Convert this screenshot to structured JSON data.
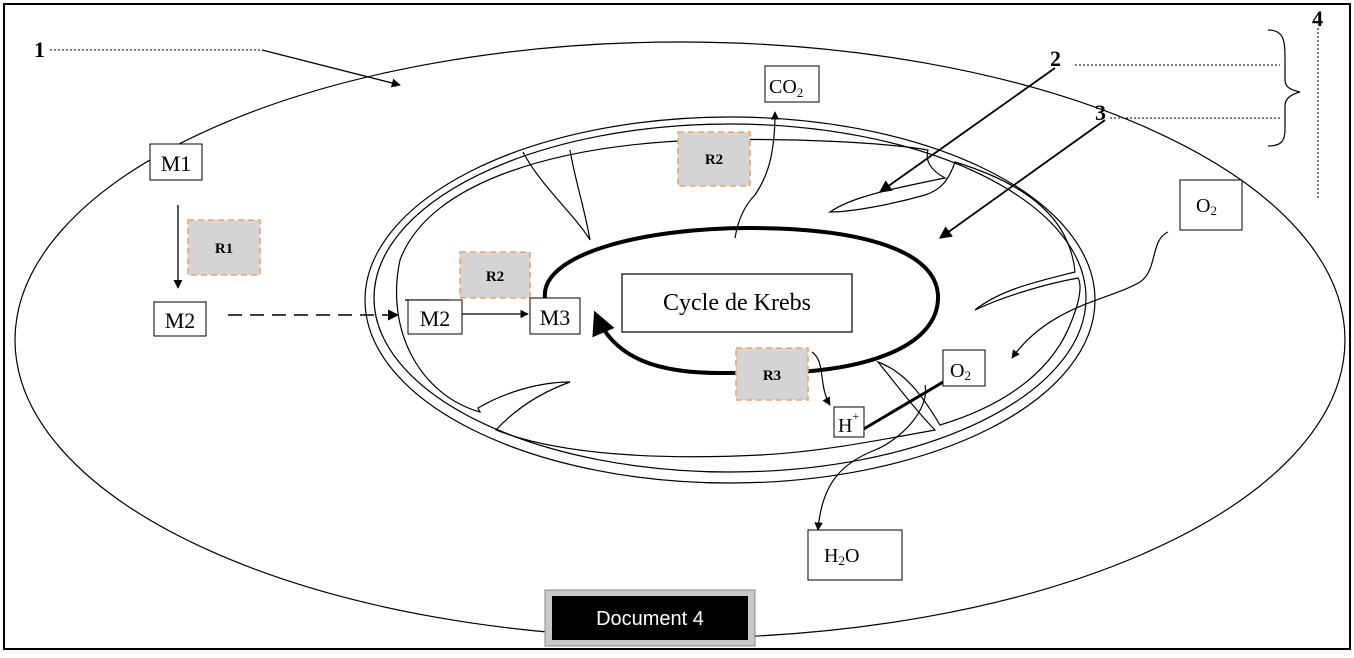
{
  "callouts": {
    "n1": "1",
    "n2": "2",
    "n3": "3",
    "n4": "4"
  },
  "molecules": {
    "m1": "M1",
    "m2_cytoplasm": "M2",
    "m2_matrix": "M2",
    "m3": "M3",
    "co2": "CO",
    "co2_sub": "2",
    "o2_outside": "O",
    "o2_outside_sub": "2",
    "o2_inner": "O",
    "o2_inner_sub": "2",
    "h_plus": "H",
    "h_plus_sup": "+",
    "h2o_h": "H",
    "h2o_sub": "2",
    "h2o_o": "O"
  },
  "reactions": {
    "r1": "R1",
    "r2_top": "R2",
    "r2_mid": "R2",
    "r3": "R3"
  },
  "cycle_label": "Cycle de Krebs",
  "document_label": "Document 4",
  "colors": {
    "reaction_fill": "#d4d4d4",
    "reaction_border": "#f0a460",
    "label_bg": "#000000",
    "label_text": "#ffffff",
    "line": "#000000"
  }
}
